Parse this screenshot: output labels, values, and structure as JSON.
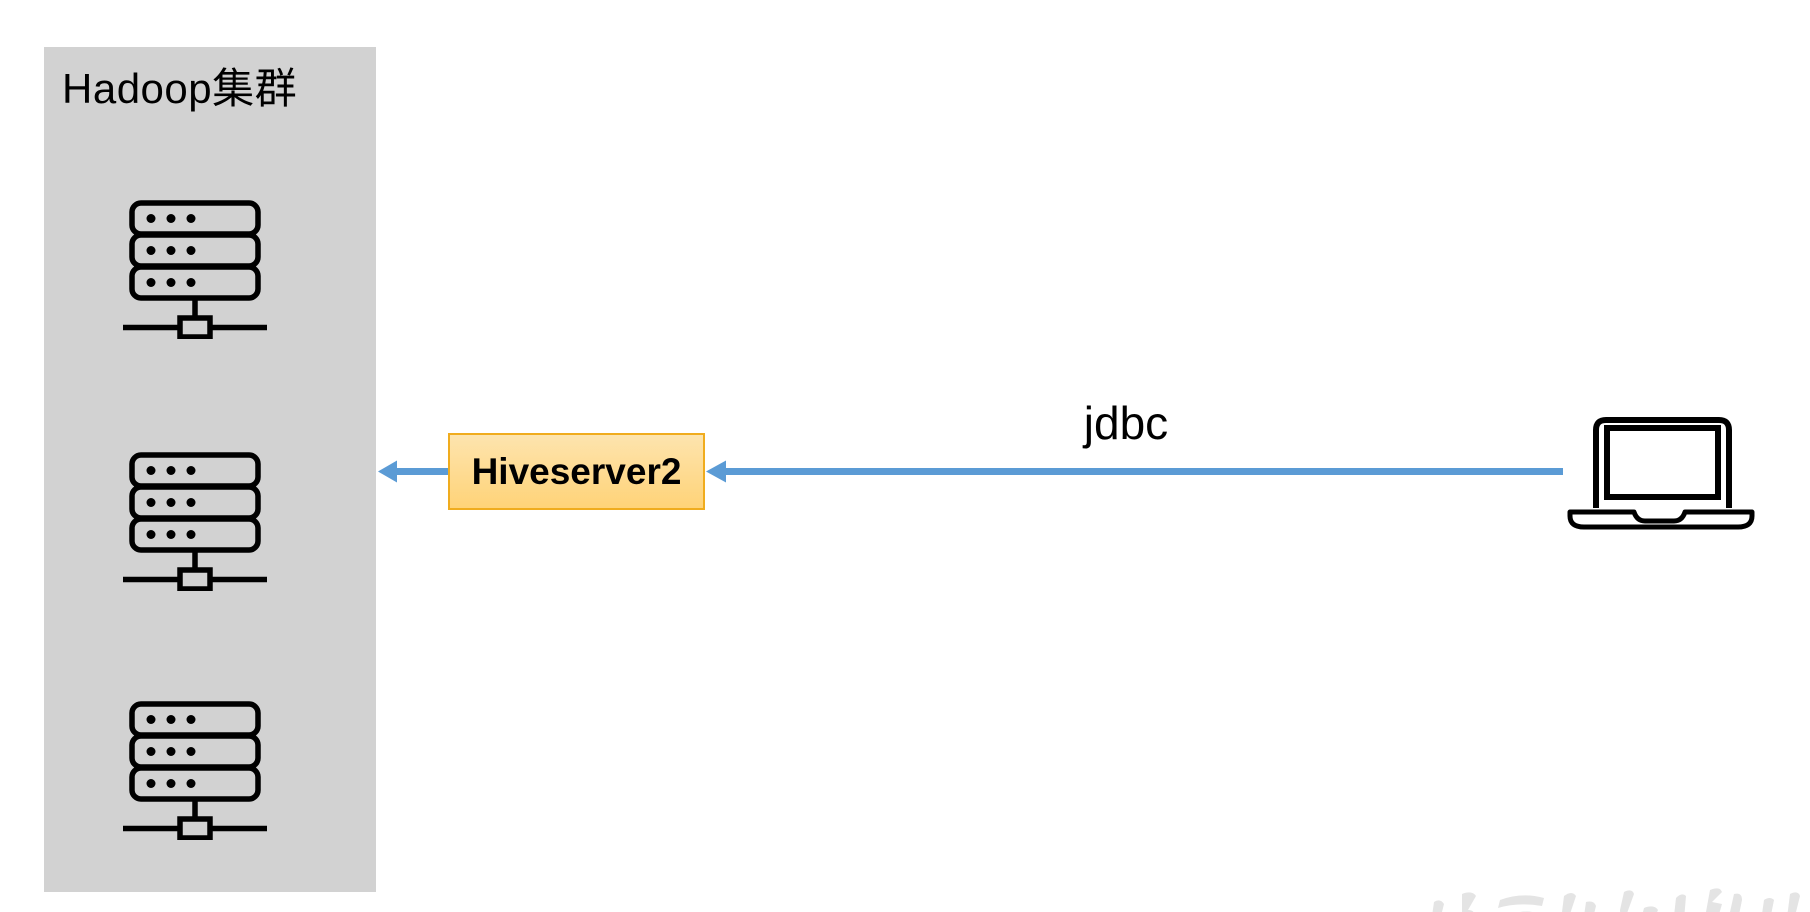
{
  "diagram": {
    "cluster_panel": {
      "title": "Hadoop集群",
      "server_count": 3,
      "server_icon": "server-rack-icon",
      "background_color": "#D2D2D2"
    },
    "hiveserver2_node": {
      "label": "Hiveserver2",
      "fill_top": "#FDE4AE",
      "fill_bottom": "#FFD378",
      "border_color": "#F0AC1E"
    },
    "client": {
      "icon": "laptop-icon"
    },
    "connections": [
      {
        "from": "hiveserver2-node",
        "to": "hadoop-cluster-panel",
        "label": "",
        "color": "#5B9BD5",
        "direction": "left"
      },
      {
        "from": "client-laptop",
        "to": "hiveserver2-node",
        "label": "jdbc",
        "color": "#5B9BD5",
        "direction": "left"
      }
    ]
  }
}
